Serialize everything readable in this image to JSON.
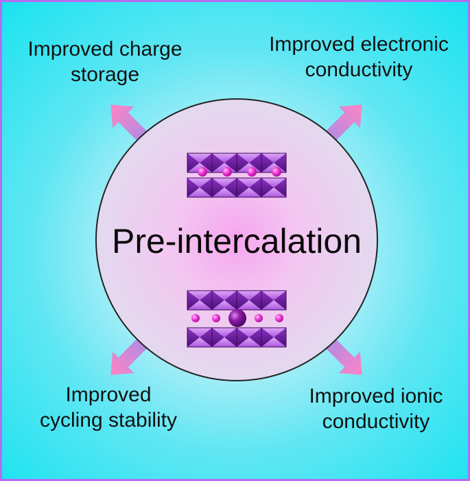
{
  "center_label": "Pre-intercalation",
  "benefits": {
    "charge_storage": {
      "line1": "Improved charge",
      "line2": "storage"
    },
    "electronic_conductivity": {
      "line1": "Improved electronic",
      "line2": "conductivity"
    },
    "cycling_stability": {
      "line1": "Improved",
      "line2": "cycling stability"
    },
    "ionic_conductivity": {
      "line1": "Improved ionic",
      "line2": "conductivity"
    }
  },
  "colors": {
    "border": "#b56cf0",
    "background_outer": "#19e3ef",
    "circle_fill_center": "#f4a8f0",
    "arrow": "#f07fc8",
    "layer_light": "#c980f0",
    "layer_dark": "#6a1f9a",
    "ion": "#f03cd6",
    "large_ion": "#7a168f"
  }
}
